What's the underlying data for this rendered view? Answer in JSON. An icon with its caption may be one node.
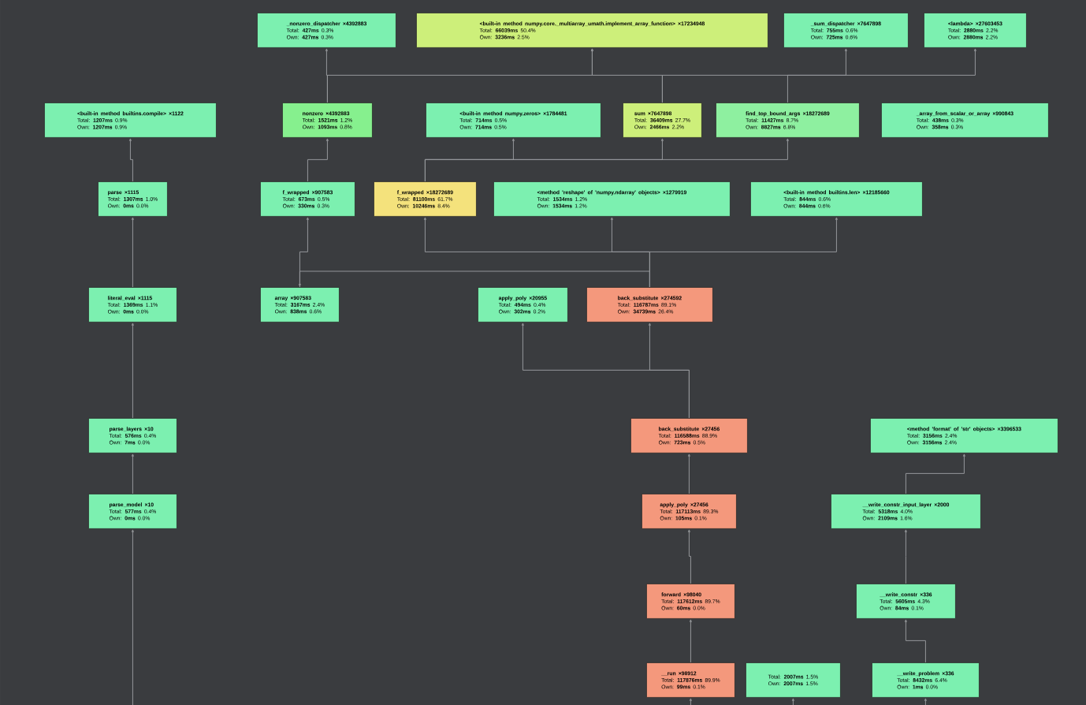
{
  "diagram": {
    "nodes": [
      {
        "text": [
          "_nonzero_dispatcher ×4392883",
          "Total: **427ms** 0.3%",
          "Own: **427ms** 0.3%"
        ]
      },
      {
        "text": [
          "<built-in method numpy.core._multiarray_umath.implement_array_function> ×17234948",
          "Total: **66039ms** 50.4%",
          "Own: **3236ms** 2.5%"
        ]
      },
      {
        "text": [
          "_sum_dispatcher ×7647898",
          "Total: **755ms** 0.6%",
          "Own: **725ms** 0.6%"
        ]
      },
      {
        "text": [
          "<lambda> ×27603453",
          "Total: **2880ms** 2.2%",
          "Own: **2880ms** 2.2%"
        ]
      },
      {
        "text": [
          "<built-in method builtins.compile> ×1122",
          "Total: **1207ms** 0.9%",
          "Own: **1207ms** 0.9%"
        ]
      },
      {
        "text": [
          "nonzero ×4392883",
          "Total: **1521ms** 1.2%",
          "Own: **1093ms** 0.8%"
        ]
      },
      {
        "text": [
          "<built-in method numpy.zeros> ×1784481",
          "Total: **714ms** 0.5%",
          "Own: **714ms** 0.5%"
        ]
      },
      {
        "text": [
          "sum ×7647898",
          "Total: **36409ms** 27.7%",
          "Own: **2466ms** 2.2%"
        ]
      },
      {
        "text": [
          "find_top_bound_args ×18272689",
          "Total: **11427ms** 8.7%",
          "Own: **8827ms** 6.8%"
        ]
      },
      {
        "text": [
          "_array_from_scalar_or_array ×990843",
          "Total: **438ms** 0.3%",
          "Own: **358ms** 0.3%"
        ]
      },
      {
        "text": [
          "parse ×1115",
          "Total: **1307ms** 1.0%",
          "Own: **0ms** 0.0%"
        ]
      },
      {
        "text": [
          "f_wrapped ×907583",
          "Total: **673ms** 0.5%",
          "Own: **330ms** 0.3%"
        ]
      },
      {
        "text": [
          "f_wrapped ×18272689",
          "Total: **81100ms** 61.7%",
          "Own: **10246ms** 8.4%"
        ]
      },
      {
        "text": [
          "<method 'reshape' of 'numpy.ndarray' objects> ×1279919",
          "Total: **1534ms** 1.2%",
          "Own: **1534ms** 1.2%"
        ]
      },
      {
        "text": [
          "<built-in method builtins.len> ×12185660",
          "Total: **844ms** 0.6%",
          "Own: **844ms** 0.6%"
        ]
      },
      {
        "text": [
          "literal_eval ×1115",
          "Total: **1369ms** 1.1%",
          "Own: **0ms** 0.0%"
        ]
      },
      {
        "text": [
          "array ×907583",
          "Total: **3167ms** 2.4%",
          "Own: **838ms** 0.6%"
        ]
      },
      {
        "text": [
          "apply_poly ×20955",
          "Total: **494ms** 0.4%",
          "Own: **302ms** 0.2%"
        ]
      },
      {
        "text": [
          "back_substitute ×274592",
          "Total: **116787ms** 89.1%",
          "Own: **34739ms** 26.4%"
        ]
      },
      {
        "text": [
          "parse_layers ×10",
          "Total: **576ms** 0.4%",
          "Own: **7ms** 0.0%"
        ]
      },
      {
        "text": [
          "back_substitute ×27456",
          "Total: **116588ms** 88.9%",
          "Own: **723ms** 0.5%"
        ]
      },
      {
        "text": [
          "<method 'format' of 'str' objects> ×3396533",
          "Total: **3156ms** 2.4%",
          "Own: **3156ms** 2.4%"
        ]
      },
      {
        "text": [
          "parse_model ×10",
          "Total: **577ms** 0.4%",
          "Own: **0ms** 0.0%"
        ]
      },
      {
        "text": [
          "apply_poly ×27456",
          "Total: **117113ms** 89.3%",
          "Own: **105ms** 0.1%"
        ]
      },
      {
        "text": [
          "__write_constr_input_layer ×2000",
          "Total: **5318ms** 4.0%",
          "Own: **2109ms** 1.6%"
        ]
      },
      {
        "text": [
          "forward ×98040",
          "Total: **117612ms** 89.7%",
          "Own: **60ms** 0.0%"
        ]
      },
      {
        "text": [
          "__write_constr ×336",
          "Total: **5605ms** 4.3%",
          "Own: **84ms** 0.1%"
        ]
      },
      {
        "text": [
          "__run ×98912",
          "Total: **117876ms** 89.9%",
          "Own: **99ms** 0.1%"
        ]
      },
      {
        "text": [
          "Total: **2007ms** 1.5%",
          "Own: **2007ms** 1.5%"
        ]
      },
      {
        "text": [
          "__write_problem ×336",
          "Total: **8432ms** 6.4%",
          "Own: **1ms** 0.0%"
        ]
      }
    ],
    "edges": [
      {
        "from": 5,
        "to": 0,
        "arrow": "to"
      },
      {
        "from": 5,
        "to": 1,
        "arrow": "to"
      },
      {
        "from": 7,
        "to": 1,
        "arrow": "to"
      },
      {
        "from": 7,
        "to": 2,
        "arrow": "to"
      },
      {
        "from": 8,
        "to": 3,
        "arrow": "to"
      },
      {
        "from": 10,
        "to": 4,
        "arrow": "to"
      },
      {
        "from": 11,
        "to": 5,
        "arrow": "to"
      },
      {
        "from": 12,
        "to": 7,
        "arrow": "to"
      },
      {
        "from": 12,
        "to": 8,
        "arrow": "to"
      },
      {
        "from": 12,
        "to": 6,
        "arrow": "to"
      },
      {
        "from": 18,
        "to": 14,
        "arrow": "to"
      },
      {
        "from": 18,
        "to": 13,
        "arrow": "to"
      },
      {
        "from": 18,
        "to": 12,
        "arrow": "to"
      },
      {
        "from": 16,
        "to": 11,
        "arrow": "to"
      },
      {
        "from": 18,
        "to": 16,
        "arrow": "to"
      },
      {
        "from": 15,
        "to": 10,
        "arrow": "to"
      },
      {
        "from": 19,
        "to": 15,
        "arrow": "to"
      },
      {
        "from": 22,
        "to": 19,
        "arrow": "to"
      },
      {
        "from": 20,
        "to": 18,
        "arrow": "to"
      },
      {
        "from": 23,
        "to": 20,
        "arrow": "to"
      },
      {
        "from": 20,
        "to": 17,
        "arrow": "to"
      },
      {
        "from": 25,
        "to": 23,
        "arrow": "to"
      },
      {
        "from": 27,
        "to": 25,
        "arrow": "to"
      },
      {
        "from": 24,
        "to": 21,
        "arrow": "to"
      },
      {
        "from": 26,
        "to": 24,
        "arrow": "to"
      },
      {
        "from": 29,
        "to": 26,
        "arrow": "to"
      },
      {
        "from": null,
        "to": 27,
        "arrow": "to"
      },
      {
        "from": null,
        "to": 28,
        "arrow": "to"
      },
      {
        "from": null,
        "to": 29,
        "arrow": "to"
      },
      {
        "from": null,
        "to": 22,
        "arrow": "to"
      }
    ]
  }
}
